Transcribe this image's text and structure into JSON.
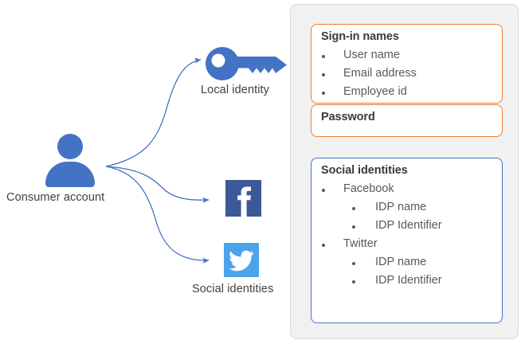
{
  "diagram": {
    "nodes": [
      {
        "id": "consumer-account",
        "label": "Consumer account",
        "icon": "person-icon"
      },
      {
        "id": "local-identity",
        "label": "Local identity",
        "icon": "key-icon"
      },
      {
        "id": "facebook",
        "label": "",
        "icon": "facebook-icon"
      },
      {
        "id": "social-identities",
        "label": "Social identities",
        "icon": "twitter-icon"
      }
    ],
    "colors": {
      "accent_blue": "#4472C4",
      "facebook_blue": "#3B5998",
      "twitter_blue": "#4BA3EC",
      "orange_border": "#ED7D31",
      "blue_border": "#4472C4",
      "panel_bg": "#F1F1F1"
    }
  },
  "panel": {
    "cards": [
      {
        "id": "sign-in-names",
        "title": "Sign-in names",
        "items": [
          {
            "level": 1,
            "text": "User name"
          },
          {
            "level": 1,
            "text": "Email address"
          },
          {
            "level": 1,
            "text": "Employee id"
          }
        ]
      },
      {
        "id": "password",
        "title": "Password",
        "items": []
      },
      {
        "id": "social-identities",
        "title": "Social identities",
        "items": [
          {
            "level": 1,
            "text": "Facebook"
          },
          {
            "level": 2,
            "text": "IDP name"
          },
          {
            "level": 2,
            "text": "IDP Identifier"
          },
          {
            "level": 1,
            "text": "Twitter"
          },
          {
            "level": 2,
            "text": "IDP name"
          },
          {
            "level": 2,
            "text": "IDP Identifier"
          }
        ]
      }
    ]
  }
}
